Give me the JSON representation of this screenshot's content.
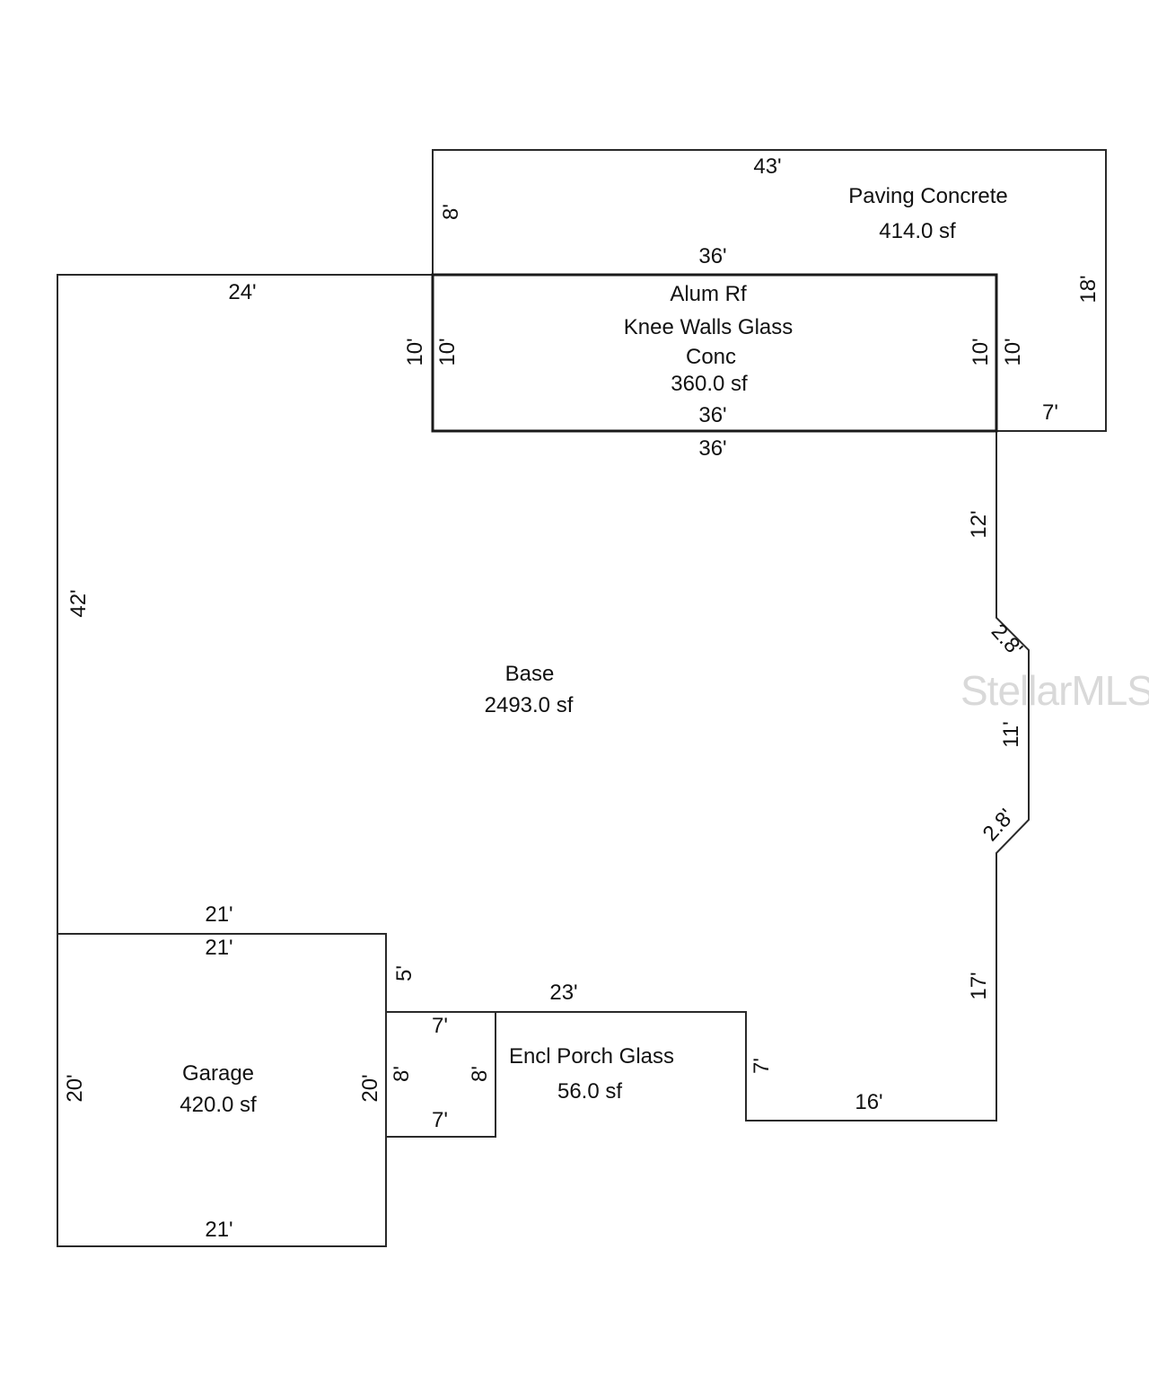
{
  "areas": {
    "paving": {
      "name": "Paving Concrete",
      "size": "414.0 sf"
    },
    "alum": {
      "line1": "Alum Rf",
      "line2": "Knee Walls Glass",
      "line3": "Conc",
      "size": "360.0 sf"
    },
    "base": {
      "name": "Base",
      "size": "2493.0 sf"
    },
    "garage": {
      "name": "Garage",
      "size": "420.0 sf"
    },
    "porch": {
      "name": "Encl Porch Glass",
      "size": "56.0 sf"
    }
  },
  "dimensions": {
    "paving_top": "43'",
    "paving_left": "8'",
    "paving_right": "18'",
    "paving_bottom_right": "7'",
    "alum_top": "36'",
    "alum_bottom_inner": "36'",
    "alum_bottom_outer": "36'",
    "alum_left_outer": "10'",
    "alum_left_inner": "10'",
    "alum_right_inner": "10'",
    "alum_right_outer": "10'",
    "base_top": "24'",
    "base_left": "42'",
    "base_right_upper": "12'",
    "bay_upper_diag": "2.8'",
    "bay_side": "11'",
    "bay_lower_diag": "2.8'",
    "base_right_lower": "17'",
    "base_bottom_right": "16'",
    "base_step": "7'",
    "base_bottom_mid": "23'",
    "base_left_small": "5'",
    "garage_top_outer": "21'",
    "garage_top_inner": "21'",
    "garage_left": "20'",
    "garage_right": "20'",
    "garage_bottom": "21'",
    "porch_top": "7'",
    "porch_bottom": "7'",
    "porch_left": "8'",
    "porch_right": "8'"
  },
  "watermark": "StellarMLS"
}
